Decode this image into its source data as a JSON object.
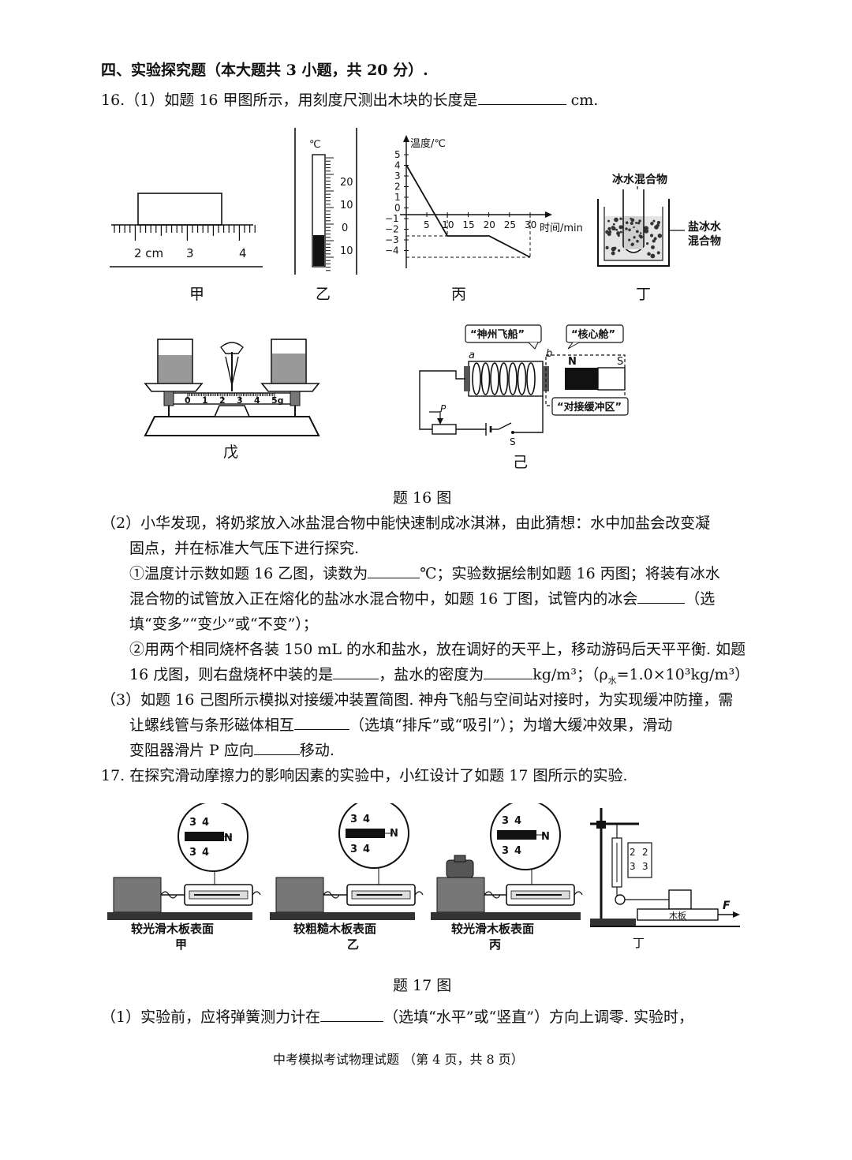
{
  "section_heading": "四、实验探究题（本大题共 3 小题，共 20 分）.",
  "q16": {
    "p1_before": "16.（1）如题 16 甲图所示，用刻度尺测出木块的长度是",
    "p1_unit": "cm.",
    "fig_jia": {
      "labels": [
        "2 cm",
        "3",
        "4"
      ],
      "caption": "甲"
    },
    "fig_yi": {
      "unit": "℃",
      "labels": [
        "20",
        "10",
        "0",
        "10"
      ],
      "caption": "乙"
    },
    "fig_bing": {
      "ylabel": "温度/℃",
      "xlabel": "时间/min",
      "yticks": [
        "5",
        "4",
        "3",
        "2",
        "1",
        "0",
        "−1",
        "−2",
        "−3",
        "−4"
      ],
      "xticks": [
        "5",
        "10",
        "15",
        "20",
        "25",
        "30"
      ],
      "caption": "丙"
    },
    "fig_ding": {
      "label_top": "冰水混合物",
      "label_side1": "盐冰水",
      "label_side2": "混合物",
      "caption": "丁"
    },
    "fig_wu": {
      "scale": [
        "0",
        "1",
        "2",
        "3",
        "4",
        "5g"
      ],
      "caption": "戊"
    },
    "fig_ji": {
      "callout1": "“神州飞船”",
      "callout2": "“核心舱”",
      "callout3": "“对接缓冲区”",
      "a": "a",
      "b": "b",
      "n": "N",
      "s": "S",
      "p": "P",
      "switch": "S",
      "caption": "己"
    },
    "fig_caption": "题 16 图",
    "p2_line1": "（2）小华发现，将奶浆放入冰盐混合物中能快速制成冰淇淋，由此猜想：水中加盐会改变凝",
    "p2_line2": "固点，并在标准大气压下进行探究.",
    "p2_line3_a": "①温度计示数如题 16 乙图，读数为",
    "p2_line3_b": "℃；实验数据绘制如题 16 丙图；将装有冰水",
    "p2_line4_a": "混合物的试管放入正在熔化的盐冰水混合物中，如题 16 丁图，试管内的冰会",
    "p2_line4_b": "（选",
    "p2_line5": "填“变多”“变少”或“不变”）；",
    "p2_line6": "②用两个相同烧杯各装 150 mL 的水和盐水，放在调好的天平上，移动游码后天平平衡. 如题",
    "p2_line7_a": "16 戊图，则右盘烧杯中装的是",
    "p2_line7_b": "，盐水的密度为",
    "p2_line7_c": "kg/m³；（ρ",
    "p2_line7_sub": "水",
    "p2_line7_d": "=1.0×10³kg/m³）",
    "p3_line1": "（3）如题 16 己图所示模拟对接缓冲装置简图. 神舟飞船与空间站对接时，为实现缓冲防撞，需",
    "p3_line2_a": "让螺线管与条形磁体相互",
    "p3_line2_b": "（选填“排斥”或“吸引”）；为增大缓冲效果，滑动",
    "p3_line3_a": "变阻器滑片 P 应向",
    "p3_line3_b": "移动."
  },
  "q17": {
    "intro": "17.  在探究滑动摩擦力的影响因素的实验中，小红设计了如题 17 图所示的实验.",
    "fig_a": {
      "surface": "较光滑木板表面",
      "caption": "甲"
    },
    "fig_b": {
      "surface": "较粗糙木板表面",
      "caption": "乙"
    },
    "fig_c": {
      "surface": "较光滑木板表面",
      "caption": "丙"
    },
    "fig_d": {
      "board": "木板",
      "force": "F",
      "caption": "丁"
    },
    "dial_n": "N",
    "dial_nums": [
      "3",
      "4",
      "3",
      "4"
    ],
    "dial_d": [
      "2",
      "3",
      "2",
      "3"
    ],
    "fig_caption": "题 17 图",
    "p1_a": "（1）实验前，应将弹簧测力计在",
    "p1_b": "（选填“水平”或“竖直”）方向上调零. 实验时，"
  },
  "footer": "中考模拟考试物理试题 （第 4 页，共 8 页）"
}
